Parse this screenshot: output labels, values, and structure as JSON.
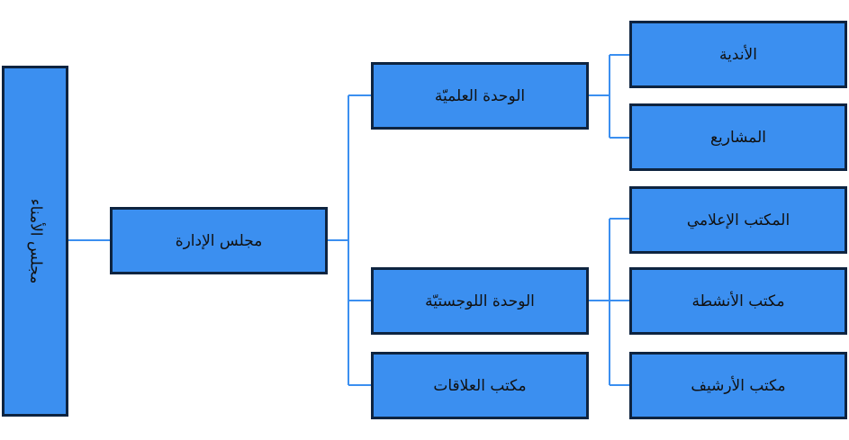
{
  "colors": {
    "box_fill": "#3b8ff0",
    "box_border": "#0e2440",
    "connector": "#3b8ff0"
  },
  "nodes": {
    "trustees": "مجلس الأمناء",
    "board": "مجلس الإدارة",
    "scientific": "الوحدة العلميّة",
    "logistics": "الوحدة اللوجستيّة",
    "relations": "مكتب العلاقات",
    "clubs": "الأندية",
    "projects": "المشاريع",
    "media": "المكتب الإعلامي",
    "activities": "مكتب الأنشطة",
    "archive": "مكتب الأرشيف"
  }
}
